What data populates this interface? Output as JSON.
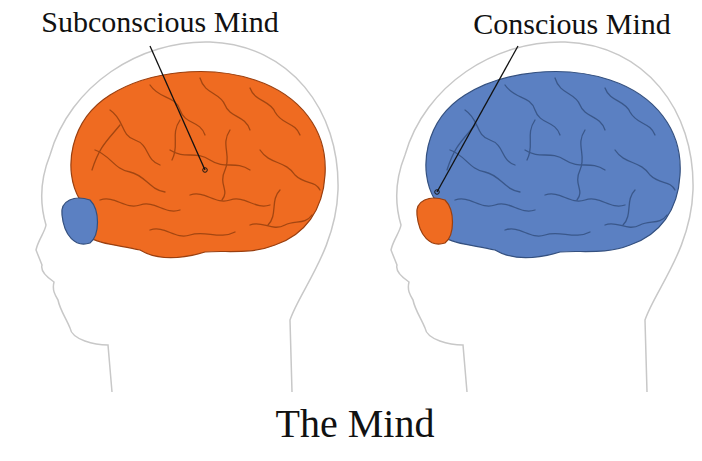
{
  "diagram": {
    "title": "The Mind",
    "labels": [
      "Subconscious Mind",
      "Conscious Mind"
    ]
  }
}
